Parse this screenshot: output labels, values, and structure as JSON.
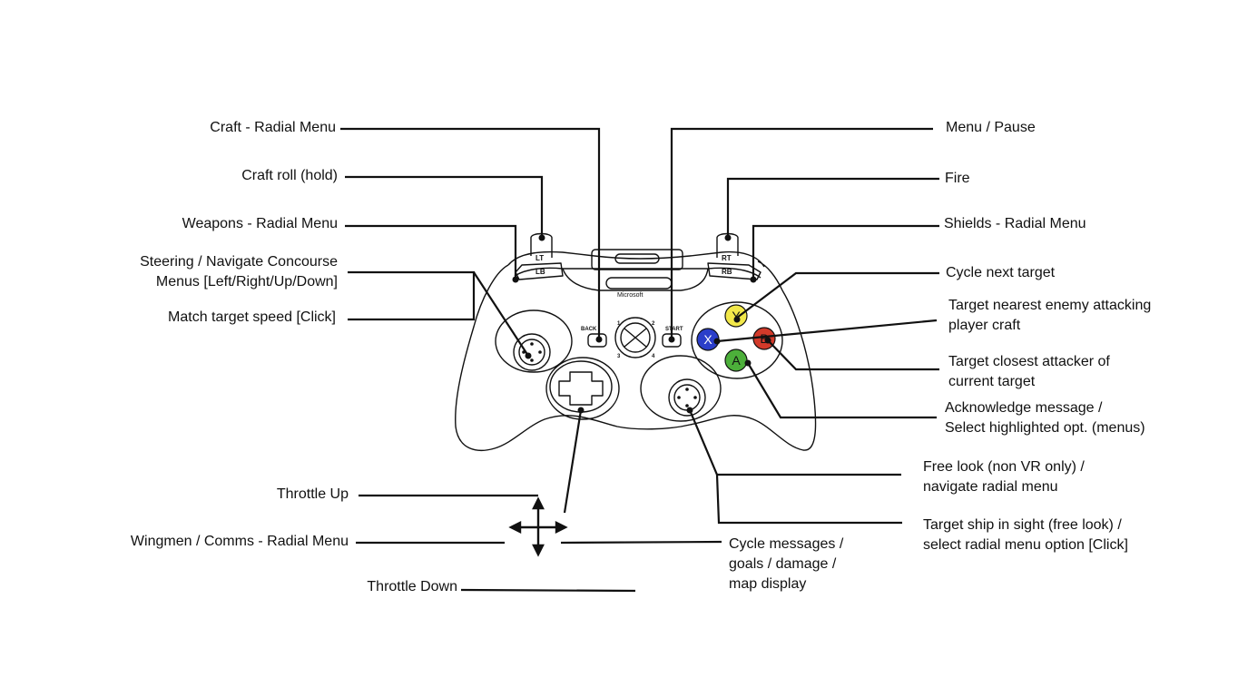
{
  "labels": {
    "craft_radial": "Craft - Radial Menu",
    "craft_roll": "Craft roll (hold)",
    "weapons_radial": "Weapons - Radial Menu",
    "steering": "Steering / Navigate Concourse\nMenus [Left/Right/Up/Down]",
    "match_speed": "Match target speed [Click]",
    "throttle_up": "Throttle Up",
    "wingmen": "Wingmen / Comms - Radial Menu",
    "throttle_down": "Throttle Down",
    "menu_pause": "Menu / Pause",
    "fire": "Fire",
    "shields": "Shields - Radial Menu",
    "cycle_next": "Cycle next target",
    "nearest_enemy": "Target nearest enemy attacking\nplayer craft",
    "closest_attacker": "Target closest attacker of\ncurrent target",
    "acknowledge": "Acknowledge message /\nSelect highlighted opt. (menus)",
    "free_look": "Free look (non VR only) /\nnavigate radial menu",
    "target_ship": "Target ship in sight (free look) /\nselect radial menu option [Click]",
    "cycle_messages": "Cycle messages /\ngoals / damage /\nmap display"
  },
  "controller": {
    "lt": "LT",
    "rt": "RT",
    "lb": "LB",
    "rb": "RB",
    "back": "BACK",
    "start": "START",
    "brand": "Microsoft",
    "quadrants": [
      "1",
      "2",
      "3",
      "4"
    ],
    "y": "Y",
    "x": "X",
    "b": "B",
    "a": "A",
    "colors": {
      "y": "#f2e84a",
      "x": "#2b3ec9",
      "b": "#d23a2a",
      "a": "#4caf3a"
    }
  }
}
